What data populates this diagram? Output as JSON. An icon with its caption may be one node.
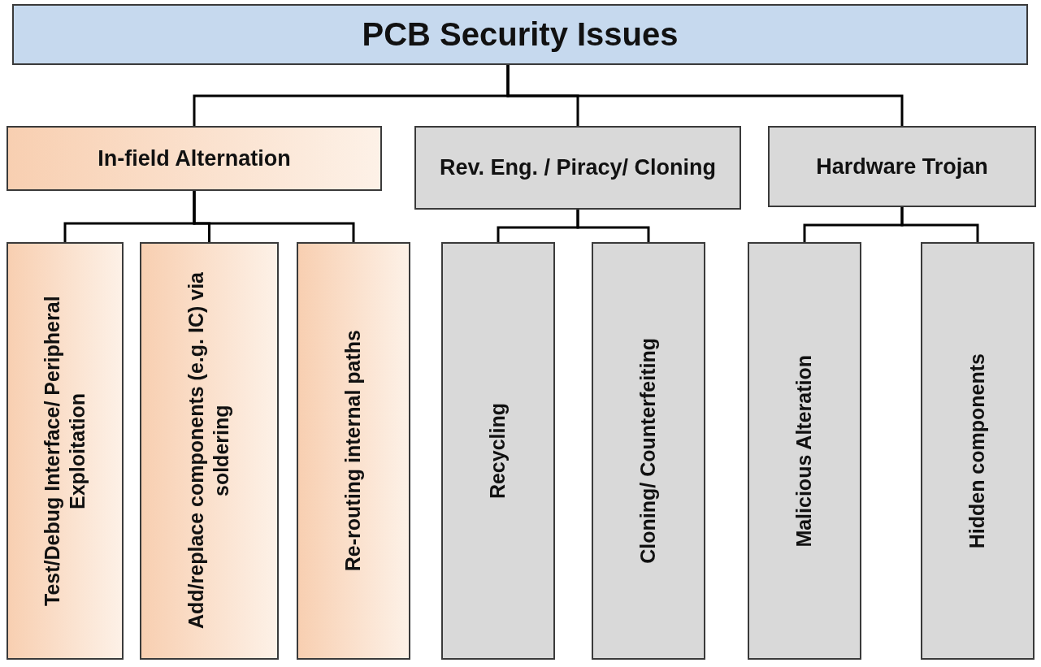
{
  "diagram": {
    "nodes": [
      {
        "text": [
          "PCB Security Issues"
        ]
      },
      {
        "text": [
          "In-field Alternation"
        ]
      },
      {
        "text": [
          "Rev. Eng. / Piracy/ Cloning"
        ]
      },
      {
        "text": [
          "Hardware Trojan"
        ]
      },
      {
        "text": [
          "Test/Debug Interface/ Peripheral Exploitation"
        ]
      },
      {
        "text": [
          "Add/replace components (e.g. IC) via soldering"
        ]
      },
      {
        "text": [
          "Re-routing internal paths"
        ]
      },
      {
        "text": [
          "Recycling"
        ]
      },
      {
        "text": [
          "Cloning/ Counterfeiting"
        ]
      },
      {
        "text": [
          "Malicious Alteration"
        ]
      },
      {
        "text": [
          "Hidden components"
        ]
      }
    ],
    "edges": [
      {
        "from": 0,
        "to": 1,
        "arrow": "none"
      },
      {
        "from": 0,
        "to": 2,
        "arrow": "none"
      },
      {
        "from": 0,
        "to": 3,
        "arrow": "none"
      },
      {
        "from": 1,
        "to": 4,
        "arrow": "none"
      },
      {
        "from": 1,
        "to": 5,
        "arrow": "none"
      },
      {
        "from": 1,
        "to": 6,
        "arrow": "none"
      },
      {
        "from": 2,
        "to": 7,
        "arrow": "none"
      },
      {
        "from": 2,
        "to": 8,
        "arrow": "none"
      },
      {
        "from": 3,
        "to": 9,
        "arrow": "none"
      },
      {
        "from": 3,
        "to": 10,
        "arrow": "none"
      }
    ]
  }
}
